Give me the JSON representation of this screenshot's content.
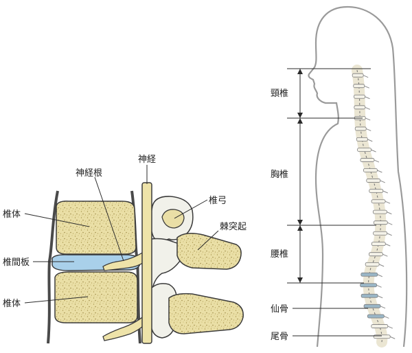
{
  "colors": {
    "bone_fill": "#eadfa6",
    "bone_outline": "#3a3a3a",
    "disc": "#a9d0ea",
    "nerve": "#eee3a9",
    "arch": "#f1f1ea",
    "silhouette": "#9a9a9a",
    "vertebra_dark": "#9ab6c6",
    "line": "#2a2a2a"
  },
  "left_labels": {
    "vertebral_body_top": "椎体",
    "disc": "椎間板",
    "vertebral_body_bottom": "椎体",
    "nerve_root": "神経根",
    "nerve": "神経",
    "vertebral_arch": "椎弓",
    "spinous_process": "棘突起"
  },
  "right_labels": {
    "cervical": "頸椎",
    "thoracic": "胸椎",
    "lumbar": "腰椎",
    "sacrum": "仙骨",
    "coccyx": "尾骨"
  }
}
